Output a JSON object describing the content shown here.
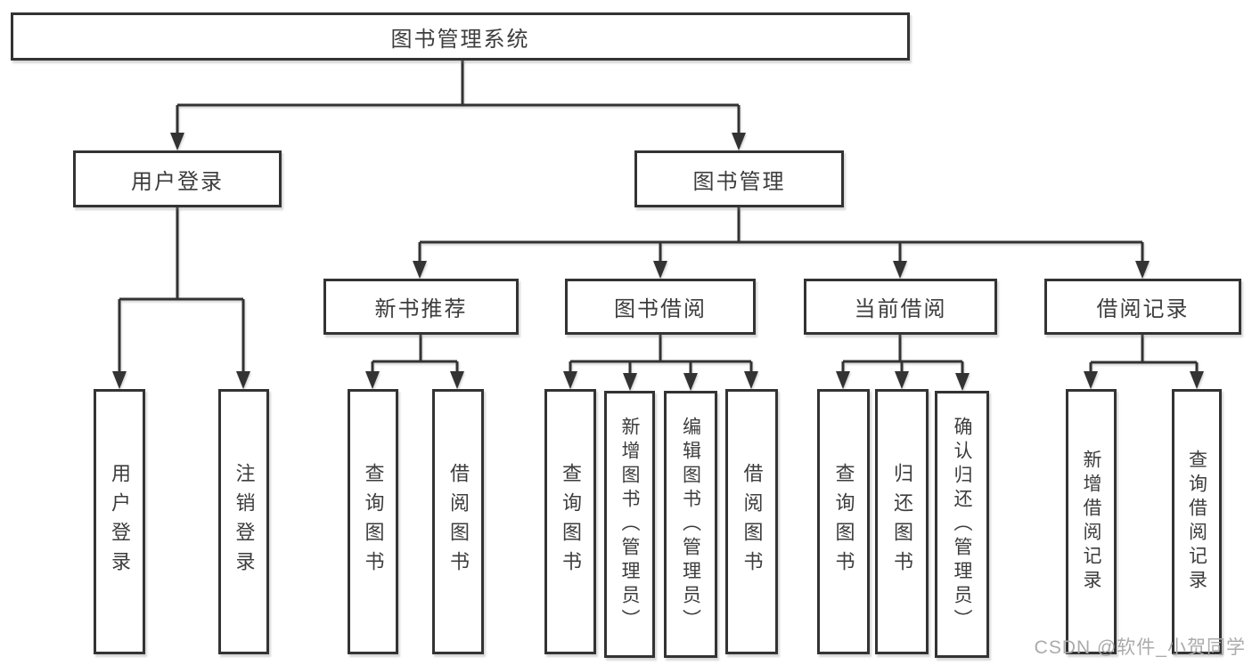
{
  "colors": {
    "line": "#333333",
    "box_border": "#333333",
    "text": "#3d3d3d",
    "watermark": "#ababab",
    "background": "#ffffff"
  },
  "diagram": {
    "root": {
      "label": "图书管理系统"
    },
    "branches": [
      {
        "label": "用户登录",
        "children": [
          {
            "label": "用户登录"
          },
          {
            "label": "注销登录"
          }
        ]
      },
      {
        "label": "图书管理",
        "sections": [
          {
            "label": "新书推荐",
            "children": [
              {
                "label": "查询图书"
              },
              {
                "label": "借阅图书"
              }
            ]
          },
          {
            "label": "图书借阅",
            "children": [
              {
                "label": "查询图书"
              },
              {
                "label": "新增图书（管理员）"
              },
              {
                "label": "编辑图书（管理员）"
              },
              {
                "label": "借阅图书"
              }
            ]
          },
          {
            "label": "当前借阅",
            "children": [
              {
                "label": "查询图书"
              },
              {
                "label": "归还图书"
              },
              {
                "label": "确认归还（管理员）"
              }
            ]
          },
          {
            "label": "借阅记录",
            "children": [
              {
                "label": "新增借阅记录"
              },
              {
                "label": "查询借阅记录"
              }
            ]
          }
        ]
      }
    ]
  },
  "watermark": {
    "text": "CSDN @软件_小贺同学"
  }
}
